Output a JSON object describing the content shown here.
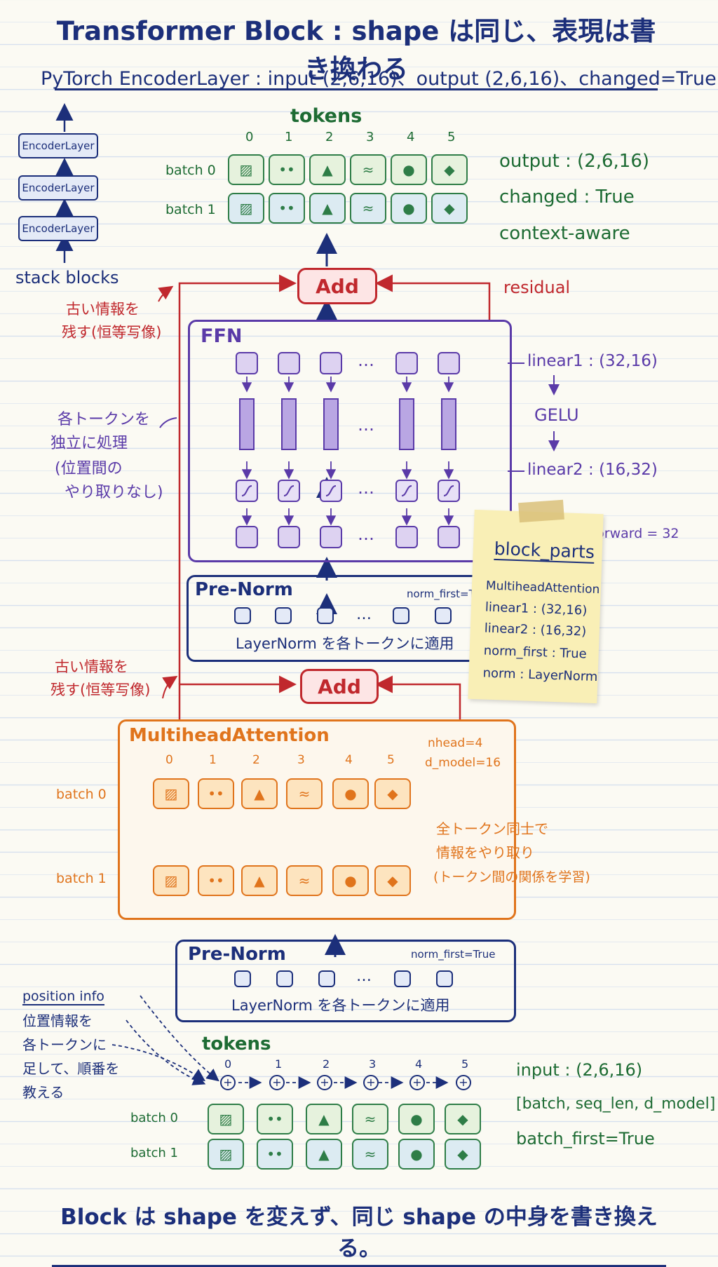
{
  "title": "Transformer Block : shape は同じ、表現は書き換わる",
  "subtitle": "PyTorch EncoderLayer : input (2,6,16)、output (2,6,16)、changed=True 。",
  "stack": {
    "layers": [
      "EncoderLayer",
      "EncoderLayer",
      "EncoderLayer"
    ],
    "label": "stack blocks"
  },
  "top_tokens": {
    "title": "tokens",
    "indices": [
      "0",
      "1",
      "2",
      "3",
      "4",
      "5"
    ],
    "rows": [
      "batch 0",
      "batch 1"
    ],
    "symbols": [
      "▨",
      "••",
      "▲",
      "≈",
      "●",
      "◆"
    ],
    "info": [
      "output : (2,6,16)",
      "changed : True",
      "context-aware"
    ]
  },
  "add": {
    "top": "Add",
    "bottom": "Add",
    "residual": "residual"
  },
  "residual_note": {
    "line1": "古い情報を",
    "line2": "残す(恒等写像)"
  },
  "ffn": {
    "title": "FFN",
    "dots": "…",
    "note": [
      "各トークンを",
      "独立に処理",
      "(位置間の",
      "やり取りなし)"
    ],
    "linear1": "linear1 : (32,16)",
    "gelu": "GELU",
    "linear2": "linear2 : (16,32)",
    "dim": "dim_feedforward = 32"
  },
  "prenorm_top": {
    "title": "Pre-Norm",
    "norm_first": "norm_first=True",
    "caption": "LayerNorm を各トークンに適用",
    "dots": "…"
  },
  "prenorm_bottom": {
    "title": "Pre-Norm",
    "norm_first": "norm_first=True",
    "caption": "LayerNorm を各トークンに適用",
    "dots": "…"
  },
  "mha": {
    "title": "MultiheadAttention",
    "nhead": "nhead=4",
    "d_model": "d_model=16",
    "indices": [
      "0",
      "1",
      "2",
      "3",
      "4",
      "5"
    ],
    "rows": [
      "batch 0",
      "batch 1"
    ],
    "symbols": [
      "▨",
      "••",
      "▲",
      "≈",
      "●",
      "◆"
    ],
    "note": [
      "全トークン同士で",
      "情報をやり取り",
      "(トークン間の関係を学習)"
    ]
  },
  "block_parts": {
    "title": "block_parts",
    "items": [
      "MultiheadAttention",
      "linear1 : (32,16)",
      "linear2 : (16,32)",
      "norm_first : True",
      "norm : LayerNorm"
    ]
  },
  "position_info": {
    "title": "position info",
    "lines": [
      "位置情報を",
      "各トークンに",
      "足して、順番を",
      "教える"
    ]
  },
  "bottom_tokens": {
    "title": "tokens",
    "indices": [
      "0",
      "1",
      "2",
      "3",
      "4",
      "5"
    ],
    "rows": [
      "batch 0",
      "batch 1"
    ],
    "symbols": [
      "▨",
      "••",
      "▲",
      "≈",
      "●",
      "◆"
    ],
    "info": [
      "input : (2,6,16)",
      "[batch, seq_len, d_model]",
      "batch_first=True"
    ]
  },
  "footer": "Block は shape を変えず、同じ shape の中身を書き換える。",
  "colors": {
    "navy": "#1c2f7a",
    "red": "#c0282d",
    "purple": "#5a3aa8",
    "orange": "#e0741c",
    "green": "#2e7d47"
  }
}
